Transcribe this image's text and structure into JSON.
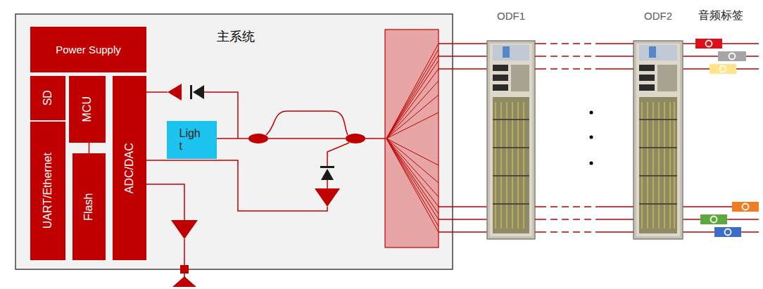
{
  "diagram": {
    "nodes": [
      {
        "text": [
          "主系统"
        ]
      },
      {
        "text": [
          "Power Supply"
        ],
        "in": 0
      },
      {
        "text": [
          "SD"
        ],
        "in": 0
      },
      {
        "text": [
          "MCU"
        ],
        "in": 0
      },
      {
        "text": [
          "UART/Ethernet"
        ],
        "in": 0
      },
      {
        "text": [
          "Flash"
        ],
        "in": 0
      },
      {
        "text": [
          "ADC/DAC"
        ],
        "in": 0
      },
      {
        "text": [
          "Ligh t"
        ],
        "in": 0
      },
      {
        "text": [
          "ODF1"
        ]
      },
      {
        "text": [
          "ODF2"
        ]
      }
    ],
    "edges": [
      {
        "from": 3,
        "to": 5,
        "arrow": "none"
      },
      {
        "from": 8,
        "to": 9,
        "arrow": "none"
      },
      {
        "from": 8,
        "to": 9,
        "arrow": "none"
      },
      {
        "from": 8,
        "to": 9,
        "arrow": "none"
      },
      {
        "from": 8,
        "to": 9,
        "arrow": "none"
      },
      {
        "from": 8,
        "to": 9,
        "arrow": "none"
      },
      {
        "from": 8,
        "to": 9,
        "arrow": "none"
      }
    ],
    "labels": [
      "音频标签"
    ]
  }
}
